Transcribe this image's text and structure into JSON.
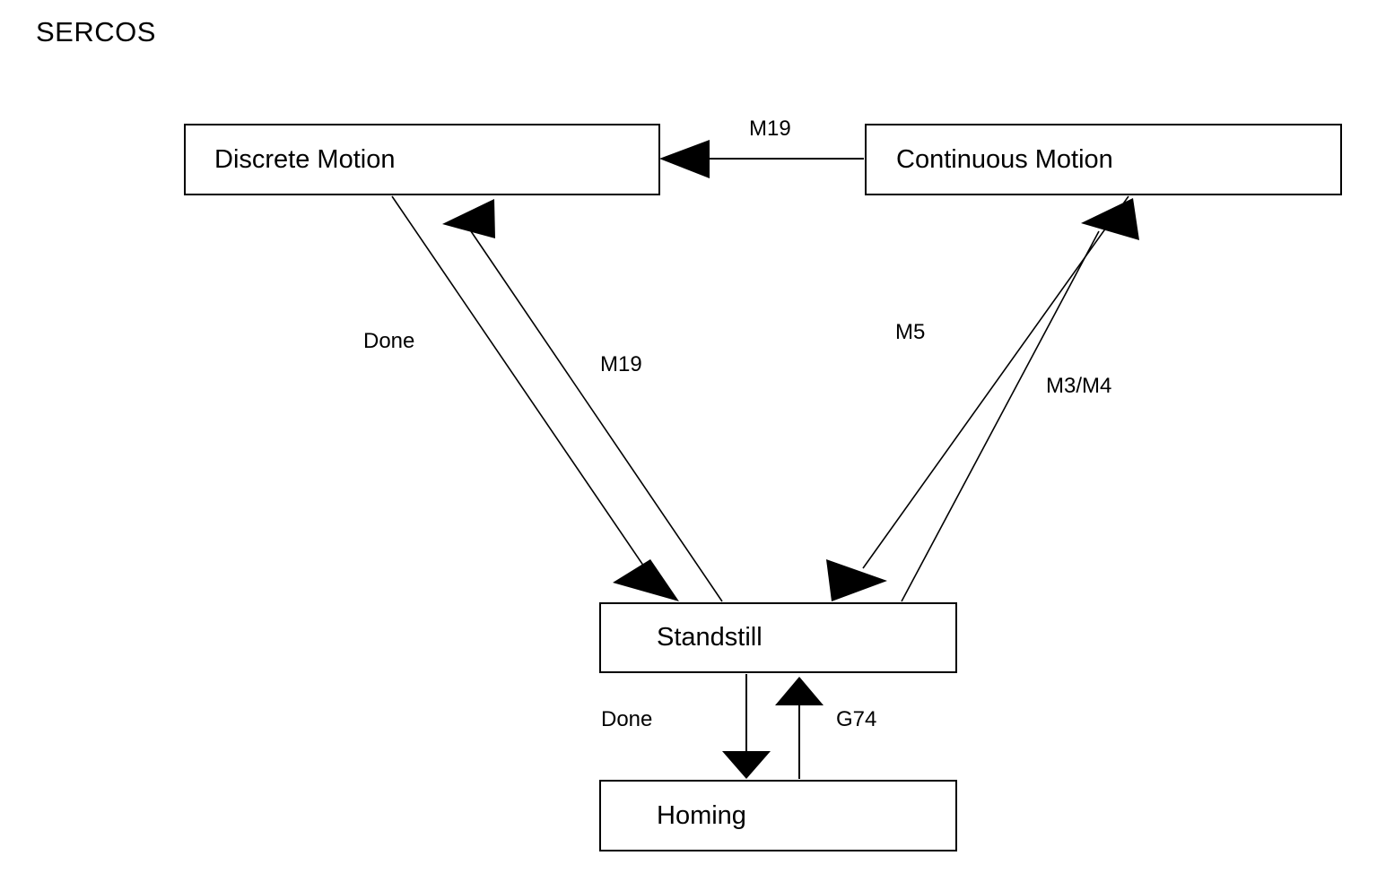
{
  "diagram": {
    "title": "SERCOS",
    "type": "state-transition-diagram",
    "background_color": "#ffffff",
    "line_color": "#000000",
    "nodes": [
      {
        "id": "discrete-motion",
        "label": "Discrete Motion"
      },
      {
        "id": "continuous-motion",
        "label": "Continuous Motion"
      },
      {
        "id": "standstill",
        "label": "Standstill"
      },
      {
        "id": "homing",
        "label": "Homing"
      }
    ],
    "edges": [
      {
        "id": "continuous-to-discrete",
        "from": "continuous-motion",
        "to": "discrete-motion",
        "label": "M19"
      },
      {
        "id": "discrete-to-standstill",
        "from": "discrete-motion",
        "to": "standstill",
        "label": "Done"
      },
      {
        "id": "standstill-to-discrete",
        "from": "standstill",
        "to": "discrete-motion",
        "label": "M19"
      },
      {
        "id": "continuous-to-standstill",
        "from": "continuous-motion",
        "to": "standstill",
        "label": "M5"
      },
      {
        "id": "standstill-to-continuous",
        "from": "standstill",
        "to": "continuous-motion",
        "label": "M3/M4"
      },
      {
        "id": "standstill-to-homing",
        "from": "standstill",
        "to": "homing",
        "label": "Done"
      },
      {
        "id": "homing-to-standstill",
        "from": "homing",
        "to": "standstill",
        "label": "G74"
      }
    ]
  }
}
